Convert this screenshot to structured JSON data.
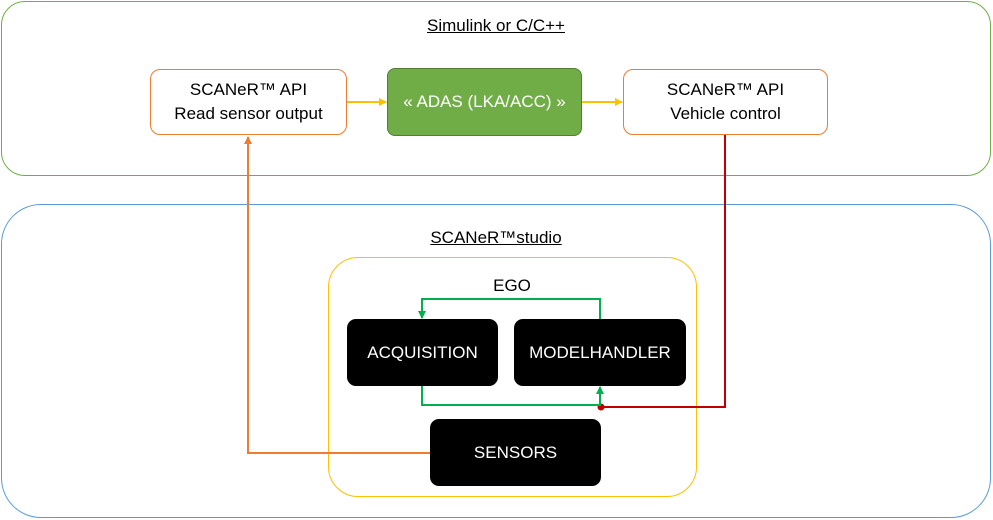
{
  "top_container": {
    "title": "Simulink or C/C++"
  },
  "bottom_container": {
    "title": "SCANeR™studio"
  },
  "blocks": {
    "read_sensor": {
      "line1": "SCANeR™ API",
      "line2": "Read sensor output"
    },
    "adas": {
      "label": "« ADAS (LKA/ACC) »"
    },
    "vehicle_control": {
      "line1": "SCANeR™ API",
      "line2": "Vehicle control"
    },
    "ego": {
      "label": "EGO"
    },
    "acquisition": {
      "label": "ACQUISITION"
    },
    "modelhandler": {
      "label": "MODELHANDLER"
    },
    "sensors": {
      "label": "SENSORS"
    }
  },
  "colors": {
    "top_border": "#70ad47",
    "bottom_border": "#5b9bd5",
    "ego_border": "#ffc000",
    "adas_fill": "#70ad47",
    "sensor_arrow": "#ed7d31",
    "control_arrow": "#c00000",
    "flow_arrow": "#ffc000",
    "loop_arrow": "#00b050"
  }
}
